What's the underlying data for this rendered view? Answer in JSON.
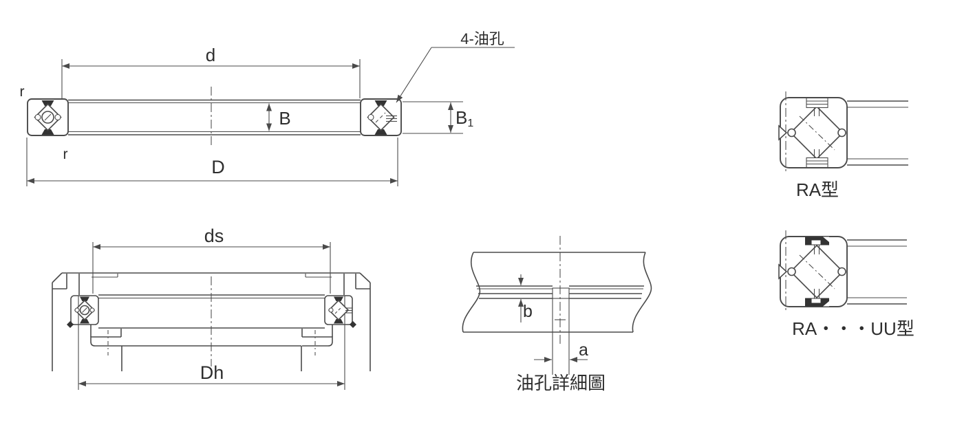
{
  "section_view": {
    "dim_d": "d",
    "dim_D": "D",
    "dim_B": "B",
    "dim_B1_base": "B",
    "dim_B1_sub": "1",
    "corner_r_top": "r",
    "corner_r_bottom": "r",
    "oil_hole_callout": "4-油孔"
  },
  "mounting_view": {
    "dim_ds": "ds",
    "dim_Dh": "Dh"
  },
  "oil_hole_detail": {
    "dim_b": "b",
    "dim_a": "a",
    "caption": "油孔詳細圖"
  },
  "variants": {
    "ra_label": "RA型",
    "ra_uu_label": "RA・・・UU型"
  },
  "colors": {
    "background": "#ffffff",
    "line": "#4a4a4a",
    "block_fill": "#d5d5d7",
    "dark_fill": "#333333",
    "text": "#2e2e2e"
  }
}
